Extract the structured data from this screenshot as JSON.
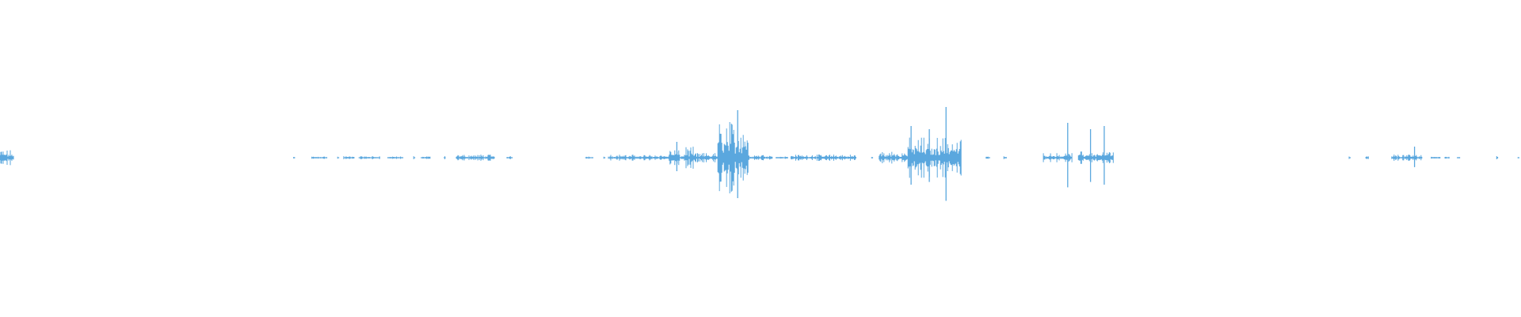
{
  "waveform": {
    "color": "#5aa7de",
    "background": "#ffffff",
    "segments": [
      {
        "from": 0.0,
        "to": 0.009,
        "level": 0.05
      },
      {
        "from": 0.193,
        "to": 0.194,
        "level": 0.01
      },
      {
        "from": 0.205,
        "to": 0.215,
        "level": 0.01
      },
      {
        "from": 0.222,
        "to": 0.223,
        "level": 0.01
      },
      {
        "from": 0.226,
        "to": 0.233,
        "level": 0.01
      },
      {
        "from": 0.236,
        "to": 0.25,
        "level": 0.01
      },
      {
        "from": 0.255,
        "to": 0.265,
        "level": 0.01
      },
      {
        "from": 0.272,
        "to": 0.273,
        "level": 0.01
      },
      {
        "from": 0.277,
        "to": 0.283,
        "level": 0.01
      },
      {
        "from": 0.292,
        "to": 0.293,
        "level": 0.01
      },
      {
        "from": 0.3,
        "to": 0.325,
        "level": 0.02
      },
      {
        "from": 0.333,
        "to": 0.337,
        "level": 0.01
      },
      {
        "from": 0.385,
        "to": 0.39,
        "level": 0.01
      },
      {
        "from": 0.397,
        "to": 0.398,
        "level": 0.01
      },
      {
        "from": 0.4,
        "to": 0.44,
        "level": 0.02
      },
      {
        "from": 0.44,
        "to": 0.447,
        "level": 0.05
      },
      {
        "from": 0.447,
        "to": 0.45,
        "level": 0.02
      },
      {
        "from": 0.45,
        "to": 0.456,
        "level": 0.07
      },
      {
        "from": 0.456,
        "to": 0.472,
        "level": 0.03
      },
      {
        "from": 0.472,
        "to": 0.492,
        "level": 0.23
      },
      {
        "from": 0.492,
        "to": 0.508,
        "level": 0.02
      },
      {
        "from": 0.51,
        "to": 0.518,
        "level": 0.01
      },
      {
        "from": 0.52,
        "to": 0.563,
        "level": 0.02
      },
      {
        "from": 0.573,
        "to": 0.574,
        "level": 0.01
      },
      {
        "from": 0.578,
        "to": 0.597,
        "level": 0.04
      },
      {
        "from": 0.597,
        "to": 0.632,
        "level": 0.13
      },
      {
        "from": 0.648,
        "to": 0.651,
        "level": 0.01
      },
      {
        "from": 0.66,
        "to": 0.662,
        "level": 0.01
      },
      {
        "from": 0.686,
        "to": 0.705,
        "level": 0.03
      },
      {
        "from": 0.709,
        "to": 0.732,
        "level": 0.04
      },
      {
        "from": 0.887,
        "to": 0.888,
        "level": 0.01
      },
      {
        "from": 0.898,
        "to": 0.9,
        "level": 0.01
      },
      {
        "from": 0.915,
        "to": 0.935,
        "level": 0.02
      },
      {
        "from": 0.941,
        "to": 0.947,
        "level": 0.01
      },
      {
        "from": 0.95,
        "to": 0.953,
        "level": 0.01
      },
      {
        "from": 0.958,
        "to": 0.96,
        "level": 0.01
      },
      {
        "from": 0.984,
        "to": 0.985,
        "level": 0.01
      },
      {
        "from": 0.998,
        "to": 0.999,
        "level": 0.01
      }
    ],
    "spikes": [
      {
        "at": 0.445,
        "level": 0.1
      },
      {
        "at": 0.485,
        "level": 0.3
      },
      {
        "at": 0.599,
        "level": 0.2
      },
      {
        "at": 0.611,
        "level": 0.18
      },
      {
        "at": 0.622,
        "level": 0.32
      },
      {
        "at": 0.702,
        "level": 0.22
      },
      {
        "at": 0.717,
        "level": 0.18
      },
      {
        "at": 0.726,
        "level": 0.2
      },
      {
        "at": 0.93,
        "level": 0.07
      }
    ]
  }
}
